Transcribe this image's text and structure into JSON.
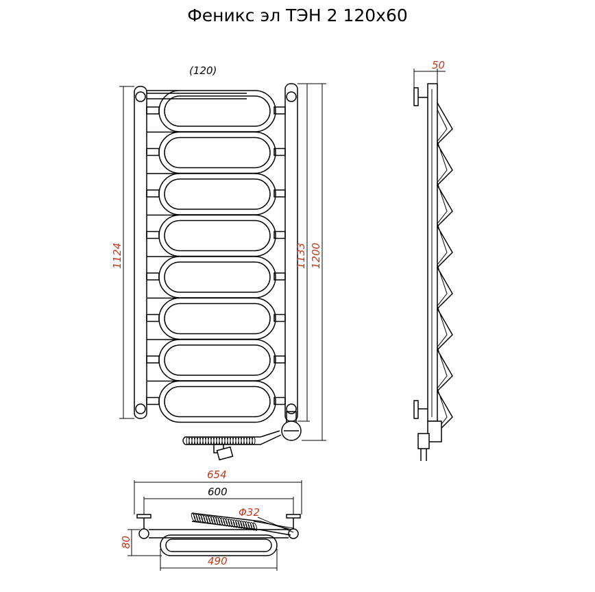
{
  "title": "Феникс эл ТЭН 2 120х60",
  "colors": {
    "dimension_text": "#c0391b",
    "lines": "#000000",
    "background": "#ffffff"
  },
  "front_view": {
    "top_label": "(120)",
    "dim_left": "1124",
    "dim_right_inner": "1133",
    "dim_right_outer": "1200"
  },
  "side_view": {
    "dim_depth": "50"
  },
  "top_view": {
    "dim_overall_width": "654",
    "dim_axis_width": "600",
    "dim_diameter": "Φ32",
    "dim_height": "80",
    "dim_coil_width": "490"
  }
}
